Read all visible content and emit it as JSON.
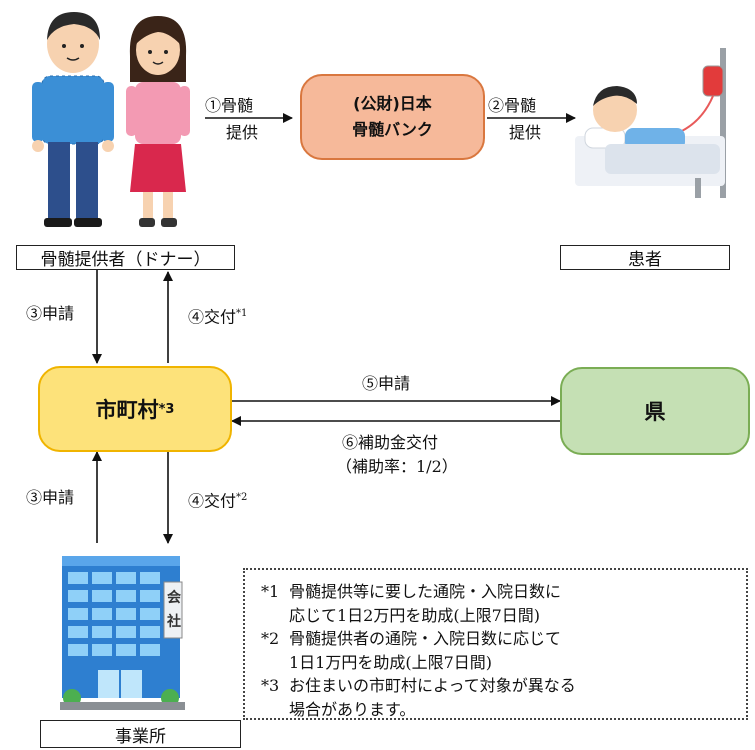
{
  "donor_label": "骨髄提供者（ドナー）",
  "patient_label": "患者",
  "company_label": "事業所",
  "bank": {
    "line1": "(公財)日本",
    "line2": "骨髄バンク"
  },
  "city": {
    "label": "市町村",
    "mark": "*3"
  },
  "pref": {
    "label": "県"
  },
  "company_sign": [
    "会",
    "社"
  ],
  "arrows": {
    "step1_a": "①骨髄",
    "step1_b": "提供",
    "step2_a": "②骨髄",
    "step2_b": "提供",
    "apply_donor": "③申請",
    "grant_donor": "④交付",
    "grant_donor_mark": "*1",
    "apply_pref": "⑤申請",
    "subsidy": "⑥補助金交付",
    "subsidy_rate": "（補助率：1/2）",
    "apply_company": "③申請",
    "grant_company": "④交付",
    "grant_company_mark": "*2"
  },
  "notes": [
    {
      "mark": "*1",
      "lines": [
        "骨髄提供等に要した通院・入院日数に",
        "応じて1日2万円を助成(上限7日間)"
      ]
    },
    {
      "mark": "*2",
      "lines": [
        "骨髄提供者の通院・入院日数に応じて",
        "1日1万円を助成(上限7日間)"
      ]
    },
    {
      "mark": "*3",
      "lines": [
        "お住まいの市町村によって対象が異なる",
        "場合があります。"
      ]
    }
  ],
  "colors": {
    "bank_fill": "#f6b99a",
    "bank_border": "#d9773f",
    "city_fill": "#fde27a",
    "city_border": "#f0b400",
    "pref_fill": "#c5e0b4",
    "pref_border": "#7aad54"
  }
}
